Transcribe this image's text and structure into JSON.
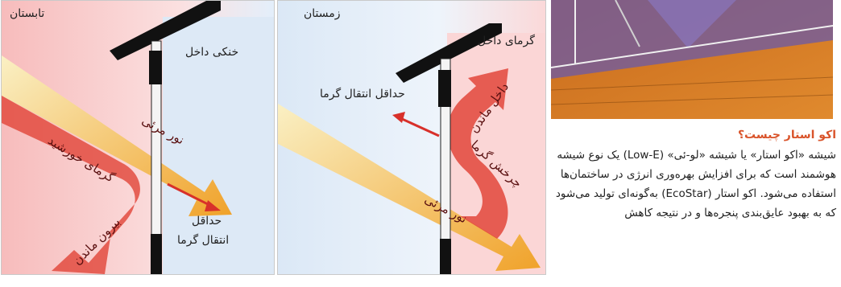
{
  "summer": {
    "season": "تابستان",
    "inside": "خنکی داخل",
    "visible_light": "نور مرئی",
    "sun_heat": "گرمای خورشید",
    "stays_out": "بیرون ماندن",
    "min_transfer_line1": "حداقل",
    "min_transfer_line2": "انتقال گرما"
  },
  "winter": {
    "season": "زمستان",
    "inside_heat": "گرمای داخل",
    "stays_in": "داخل ماندن",
    "heat_cycle": "چرخش گرما",
    "min_transfer": "حداقل انتقال گرما",
    "visible_light": "نور مرئی"
  },
  "article": {
    "title": "اکو استار چیست؟",
    "body": "شیشه «اکو استار» یا شیشه «لو-ئی» (Low-E) یک نوع شیشه هوشمند است که برای افزایش بهره‌وری انرژی در ساختمان‌ها استفاده می‌شود. اکو استار (EcoStar) به‌گونه‌ای تولید می‌شود که به بهبود عایق‌بندی پنجره‌ها و در نتیجه کاهش"
  },
  "colors": {
    "light_arrow": "#f0a22a",
    "heat_arrow": "#e2473b",
    "title_accent": "#d9532a"
  }
}
